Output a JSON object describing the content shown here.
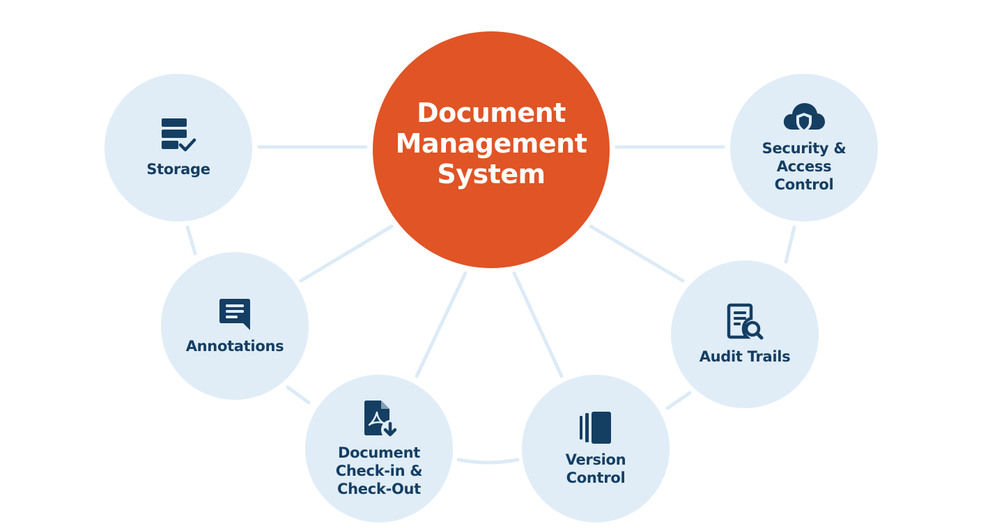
{
  "center": {
    "title": "Document\nManagement\nSystem",
    "color": "#e05426"
  },
  "nodes": {
    "storage": {
      "label": "Storage",
      "icon": "storage-check-icon"
    },
    "security": {
      "label": "Security &\nAccess\nControl",
      "icon": "cloud-shield-icon"
    },
    "annotations": {
      "label": "Annotations",
      "icon": "comment-icon"
    },
    "audit": {
      "label": "Audit Trails",
      "icon": "document-search-icon"
    },
    "checkin": {
      "label": "Document\nCheck-in &\nCheck-Out",
      "icon": "pdf-download-icon"
    },
    "version": {
      "label": "Version\nControl",
      "icon": "stacked-pages-icon"
    }
  },
  "colors": {
    "node_fill": "#e0edf7",
    "text_dark": "#153e63",
    "connector": "#dcebf6"
  }
}
